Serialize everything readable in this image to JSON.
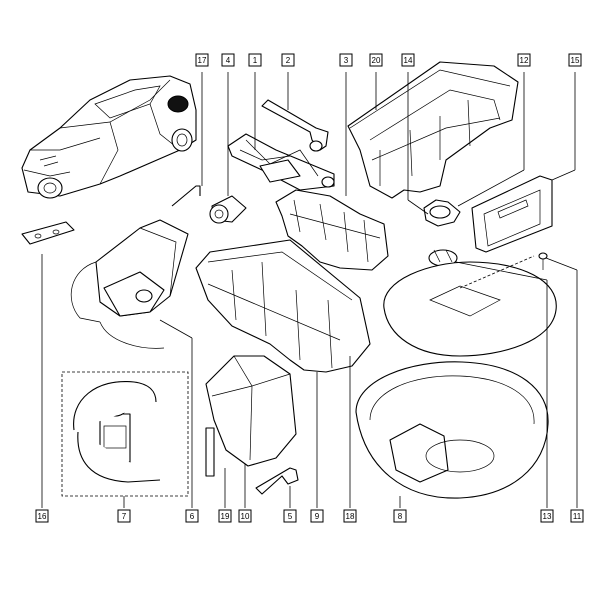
{
  "callouts": [
    {
      "id": "c17",
      "text": "17"
    },
    {
      "id": "c4",
      "text": "4"
    },
    {
      "id": "c1",
      "text": "1"
    },
    {
      "id": "c2",
      "text": "2"
    },
    {
      "id": "c3",
      "text": "3"
    },
    {
      "id": "c20",
      "text": "20"
    },
    {
      "id": "c14",
      "text": "14"
    },
    {
      "id": "c12",
      "text": "12"
    },
    {
      "id": "c15",
      "text": "15"
    },
    {
      "id": "c16",
      "text": "16"
    },
    {
      "id": "c7",
      "text": "7"
    },
    {
      "id": "c6",
      "text": "6"
    },
    {
      "id": "c19",
      "text": "19"
    },
    {
      "id": "c10",
      "text": "10"
    },
    {
      "id": "c5",
      "text": "5"
    },
    {
      "id": "c9",
      "text": "9"
    },
    {
      "id": "c18",
      "text": "18"
    },
    {
      "id": "c8",
      "text": "8"
    },
    {
      "id": "c13",
      "text": "13"
    },
    {
      "id": "c11",
      "text": "11"
    }
  ]
}
